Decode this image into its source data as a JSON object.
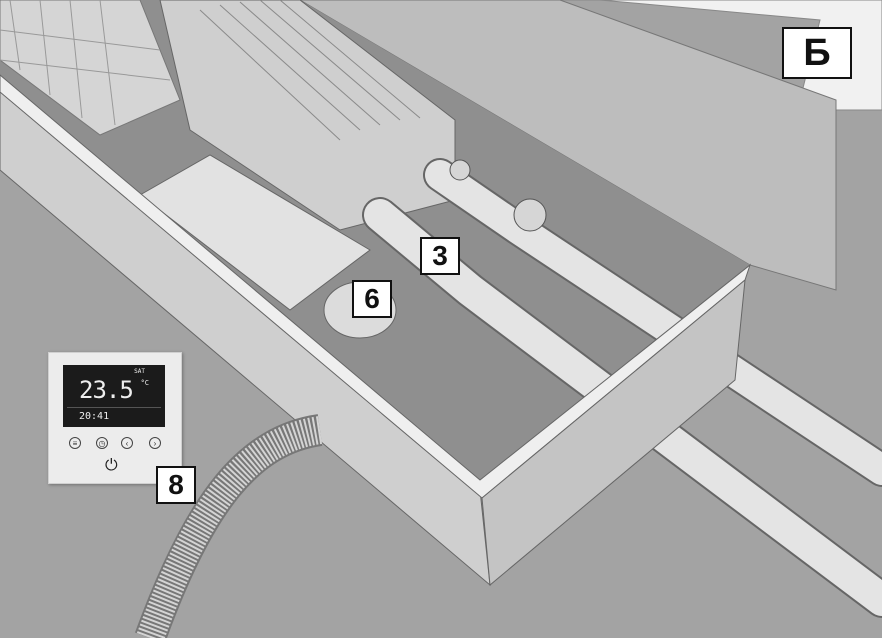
{
  "labels": {
    "view": "Б",
    "valve": "3",
    "actuator": "6",
    "thermostat": "8"
  },
  "thermostat": {
    "day": "SAT",
    "temperature": "23.5",
    "unit": "°C",
    "time": "20:41",
    "buttons": [
      "menu-icon",
      "clock-icon",
      "chevron-left-icon",
      "chevron-right-icon",
      "power-icon"
    ]
  },
  "colors": {
    "floor": "#a3a3a3",
    "frame": "#f2f2f2",
    "metal": "#d9d9d9"
  }
}
